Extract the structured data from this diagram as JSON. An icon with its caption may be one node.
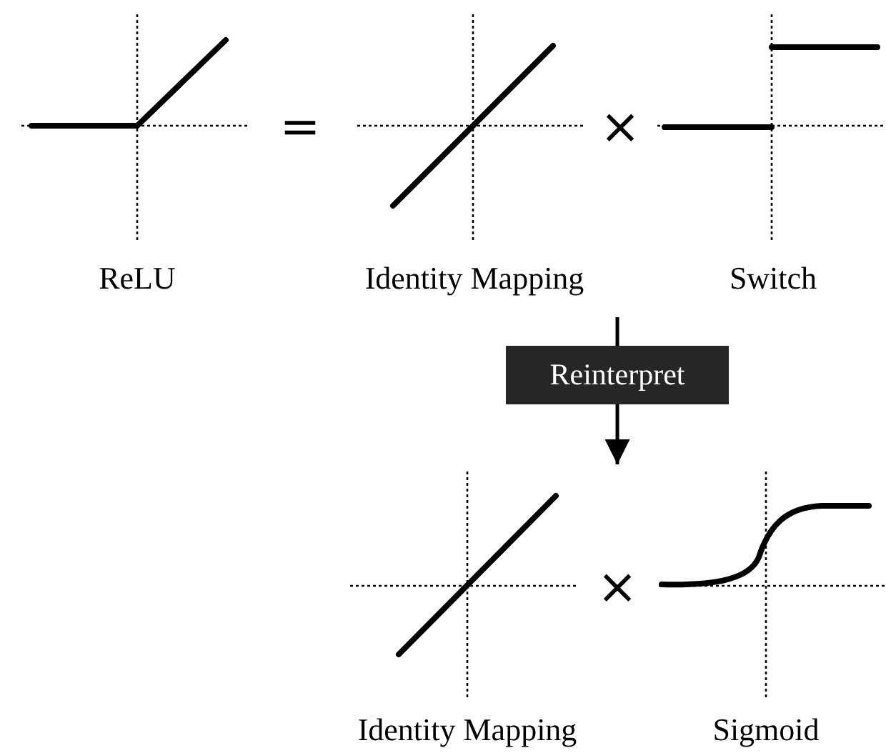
{
  "diagram": {
    "nodes": [
      {
        "text": [],
        "shape": "picture",
        "beside": [
          "ReLU"
        ]
      },
      {
        "text": [],
        "shape": "picture",
        "beside": [
          "Identity Mapping"
        ]
      },
      {
        "text": [],
        "shape": "picture",
        "beside": [
          "Switch"
        ]
      },
      {
        "text": [
          "Reinterpret"
        ]
      },
      {
        "text": [],
        "shape": "picture",
        "beside": [
          "Identity Mapping"
        ]
      },
      {
        "text": [],
        "shape": "picture",
        "beside": [
          "Sigmoid"
        ]
      }
    ],
    "edges": [
      {
        "from": null,
        "to": 3,
        "arrow": "none"
      },
      {
        "from": 3,
        "to": 4,
        "arrow": "to"
      }
    ],
    "labels": [
      "=",
      "×",
      "×"
    ]
  }
}
